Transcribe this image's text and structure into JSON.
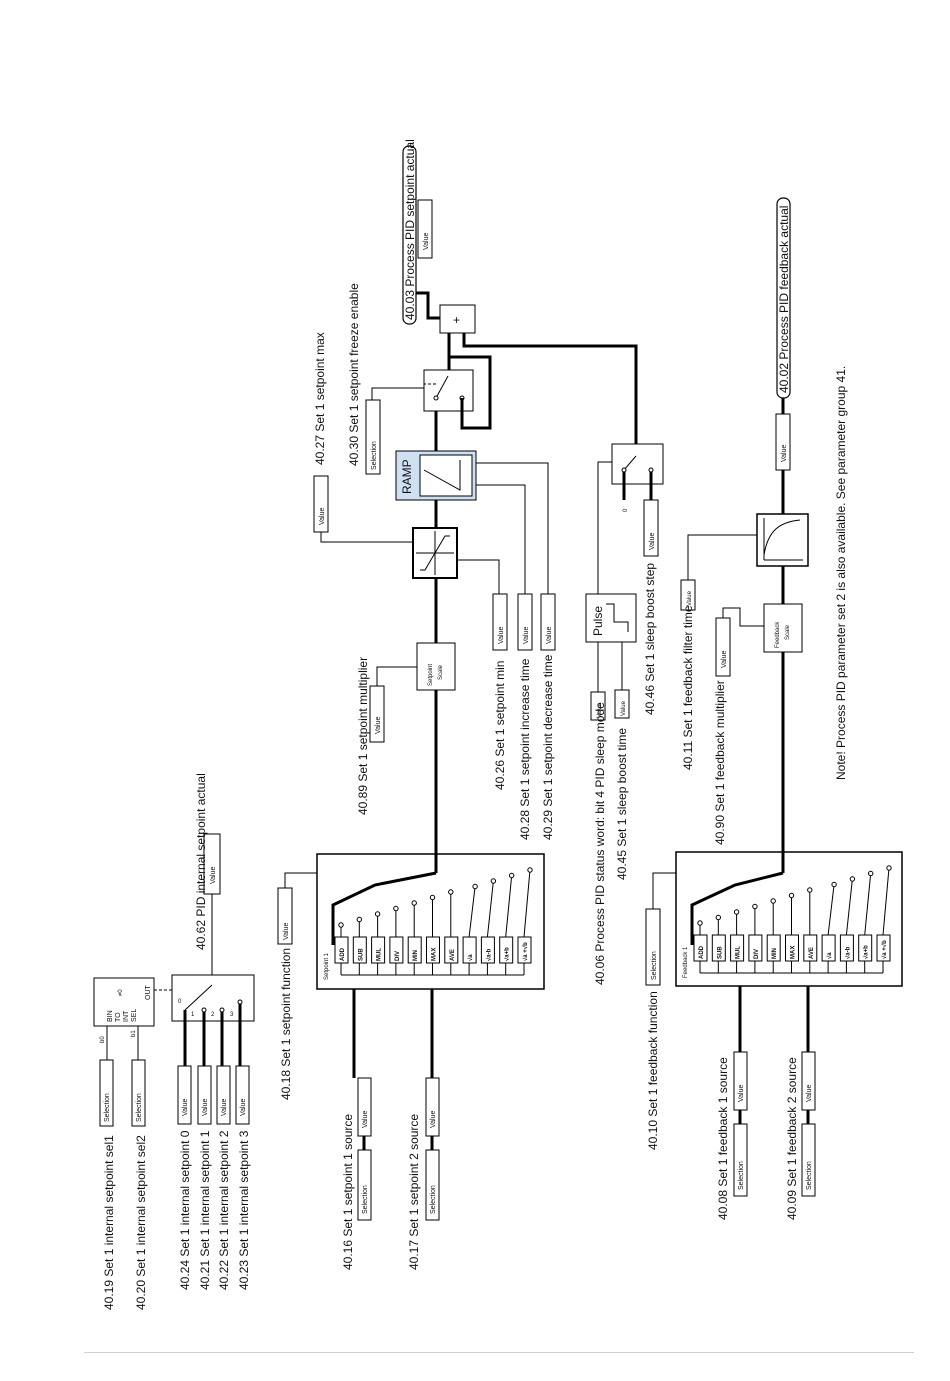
{
  "params": {
    "p4019": "40.19 Set 1 internal setpoint sel1",
    "p4020": "40.20 Set 1 internal setpoint sel2",
    "p4024": "40.24 Set 1 internal setpoint 0",
    "p4021": "40.21 Set 1 internal setpoint 1",
    "p4022": "40.22 Set 1 internal setpoint 2",
    "p4023": "40.23 Set 1 internal setpoint 3",
    "p4062": "40.62 PID internal setpoint actual",
    "p4018": "40.18 Set 1 setpoint function",
    "p4016": "40.16 Set 1 setpoint 1 source",
    "p4017": "40.17 Set 1 setpoint 2 source",
    "p4089": "40.89 Set 1 setpoint multiplier",
    "p4026": "40.26 Set 1 setpoint min",
    "p4028": "40.28 Set 1 setpoint increase time",
    "p4029": "40.29 Set 1 setpoint decrease time",
    "p4027": "40.27 Set 1 setpoint max",
    "p4030": "40.30 Set 1 setpoint freeze enable",
    "p4003": "40.03 Process PID setpoint actual",
    "p4006": "40.06 Process PID status word: bit 4 PID sleep mode",
    "p4045": "40.45 Set 1 sleep boost time",
    "p4046": "40.46 Set 1 sleep boost step",
    "p4010": "40.10 Set 1 feedback function",
    "p4008": "40.08 Set 1 feedback 1 source",
    "p4009": "40.09 Set 1 feedback 2 source",
    "p4011": "40.11 Set 1 feedback filter time",
    "p4090": "40.90 Set 1 feedback multiplier",
    "p4002": "40.02 Process PID feedback actual"
  },
  "note": "Note! Process PID parameter set 2 is also available. See parameter group 41.",
  "words": {
    "value": "Value",
    "selection": "Selection",
    "setpoint1": "Setpoint 1",
    "feedback1": "Feedback 1",
    "setpoint_scale_1": "Setpoint",
    "setpoint_scale_2": "Scale",
    "feedback_scale_1": "Feedback",
    "feedback_scale_2": "Scale",
    "ramp": "RAMP",
    "pulse": "Pulse",
    "plus": "+",
    "b0": "b0",
    "b1": "b1",
    "bin": "BIN",
    "to": "TO",
    "int": "INT",
    "sel": "SEL",
    "out": "OUT",
    "neq0": "≠0",
    "zero": "0",
    "one": "1",
    "two": "2",
    "three": "3"
  },
  "functions_sp": [
    "ADD",
    "SUB",
    "MUL",
    "DIV",
    "MIN",
    "MAX",
    "AVE",
    "√a",
    "√a-b",
    "√a+b",
    "√a +√b"
  ],
  "functions_fb": [
    "ADD",
    "SUB",
    "MUL",
    "DIV",
    "MIN",
    "MAX",
    "AVE",
    "√a",
    "√a-b",
    "√a+b",
    "√a +√b"
  ]
}
